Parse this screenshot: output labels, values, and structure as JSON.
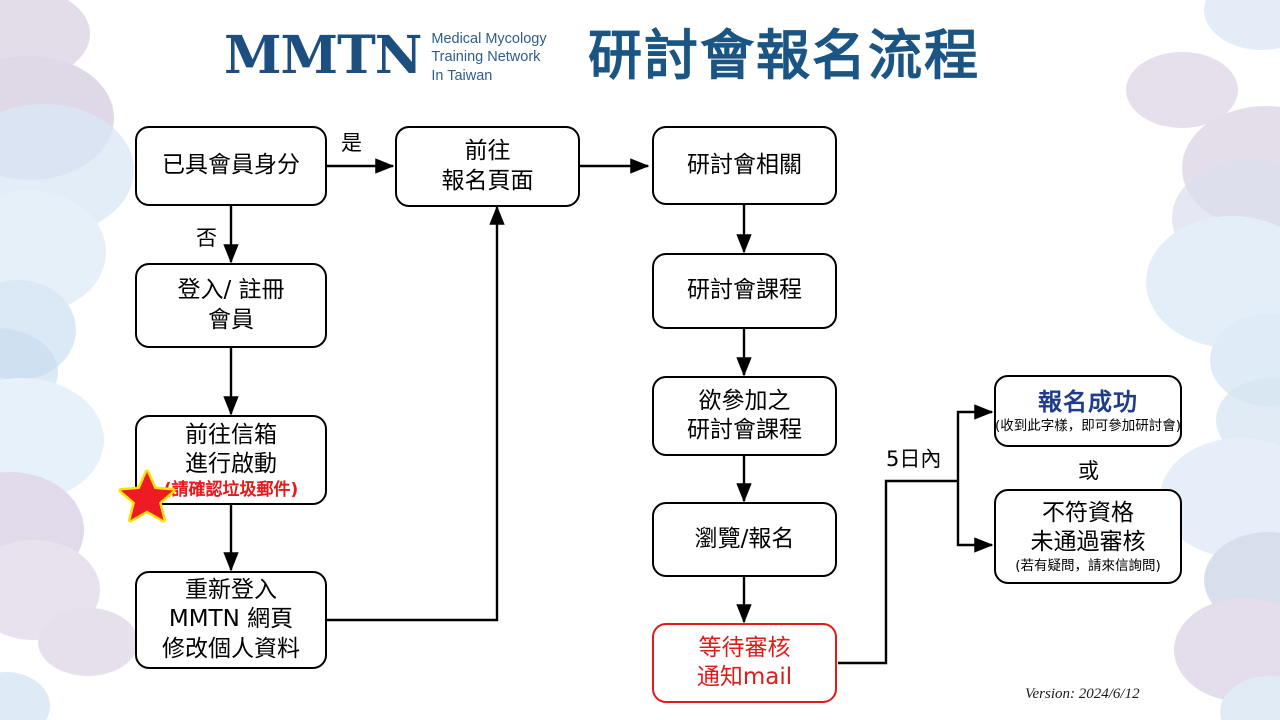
{
  "header": {
    "logo_mark": "MMTN",
    "logo_sub_line1": "Medical Mycology",
    "logo_sub_line2": "Training Network",
    "logo_sub_line3": "In Taiwan",
    "title": "研討會報名流程",
    "title_color": "#1B5584",
    "logo_color": "#1C4E80"
  },
  "flow": {
    "nodes": {
      "member_check": {
        "line1": "已具會員身分"
      },
      "register": {
        "line1": "登入/ 註冊",
        "line2": "會員"
      },
      "activate_mail": {
        "line1": "前往信箱",
        "line2": "進行啟動",
        "note": "(請確認垃圾郵件)"
      },
      "relogin_edit": {
        "line1": "重新登入",
        "line2": "MMTN 網頁",
        "line3": "修改個人資料"
      },
      "goto_signup": {
        "line1": "前往",
        "line2": "報名頁面"
      },
      "seminar_info": {
        "line1": "研討會相關"
      },
      "seminar_course": {
        "line1": "研討會課程"
      },
      "desired_course": {
        "line1": "欲參加之",
        "line2": "研討會課程"
      },
      "browse_signup": {
        "line1": "瀏覽/報名"
      },
      "await_review": {
        "line1": "等待審核",
        "line2": "通知mail"
      },
      "success": {
        "line1": "報名成功",
        "note": "(收到此字樣，即可參加研討會)"
      },
      "rejected": {
        "line1": "不符資格",
        "line2": "未通過審核",
        "note": "(若有疑問，請來信詢問)"
      }
    },
    "edge_labels": {
      "yes": "是",
      "no": "否",
      "within_5_days": "5日內",
      "or": "或"
    },
    "colors": {
      "box_border": "#000000",
      "red": "#E01B1B",
      "red_note": "#E8181B",
      "success_text": "#1F3C88",
      "star_fill": "#EE1B24",
      "star_glow": "#FFE000"
    }
  },
  "footer": {
    "version": "Version: 2024/6/12"
  }
}
